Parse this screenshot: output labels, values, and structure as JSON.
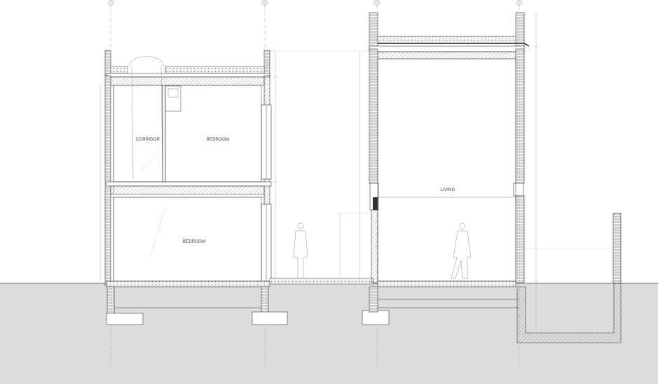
{
  "drawing": {
    "rooms": [
      {
        "key": "corridor",
        "label": "CORRIDOR"
      },
      {
        "key": "bedroom_upper",
        "label": "BEDROOM"
      },
      {
        "key": "bedroom_lower",
        "label": "BEDROOM"
      },
      {
        "key": "living",
        "label": "LIVING"
      }
    ],
    "grid_markers": [
      "4",
      "3",
      "2",
      "1"
    ],
    "colors": {
      "line": "#3a3a3a",
      "hatch": "#8a8a8a",
      "ground": "#dcdcdc",
      "paper": "#ffffff"
    }
  }
}
